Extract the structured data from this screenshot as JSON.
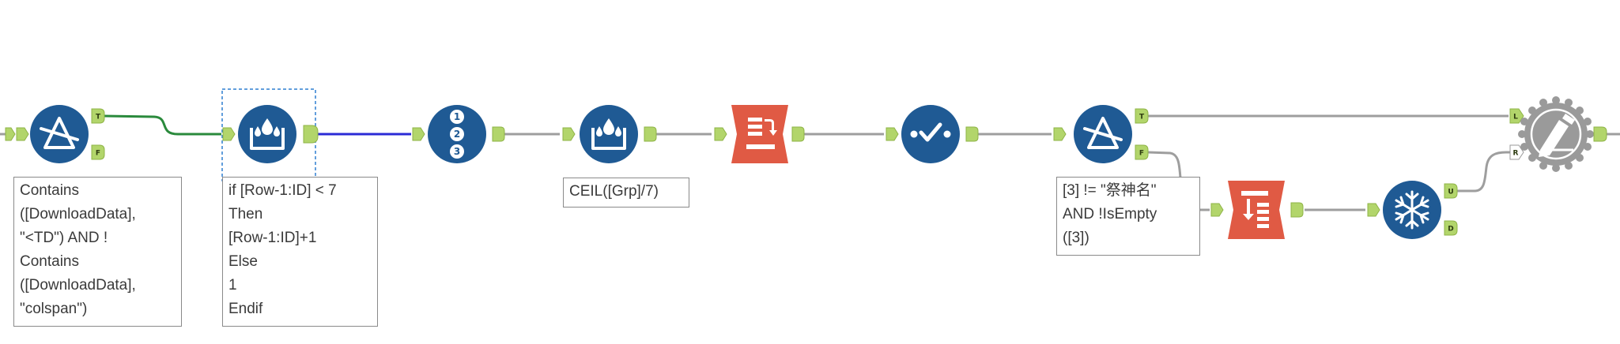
{
  "colors": {
    "tool_blue": "#1f5a94",
    "tool_orange": "#e05a44",
    "anchor_green": "#b2d56b",
    "conn_gray": "#9e9e9e",
    "conn_green": "#2a8a3c",
    "conn_blue": "#2b2bd6",
    "select_dash": "#2e7fd1",
    "final_gray": "#9a9a9a"
  },
  "anchors": {
    "true": "T",
    "false": "F",
    "unique": "U",
    "duplicate": "D",
    "left": "L",
    "right": "R"
  },
  "annotations": {
    "filter1": [
      "Contains",
      "([DownloadData],",
      "\"<TD\") AND !",
      "Contains",
      "([DownloadData],",
      "\"colspan\")"
    ],
    "formula1": [
      "if [Row-1:ID] < 7",
      "Then",
      "[Row-1:ID]+1",
      "Else",
      "1",
      "Endif"
    ],
    "formula2": [
      "CEIL([Grp]/7)"
    ],
    "filter2": [
      "[3] != \"祭神名\"",
      "AND !IsEmpty",
      "([3])"
    ]
  },
  "icons": {
    "filter1": "filter-icon",
    "multirow": "multi-row-formula-icon",
    "recordid": "record-id-icon",
    "formula": "formula-icon",
    "crosstab": "cross-tab-icon",
    "select": "select-icon",
    "filter2": "filter-icon",
    "transpose": "transpose-icon",
    "unique": "unique-icon",
    "join": "join-icon"
  }
}
